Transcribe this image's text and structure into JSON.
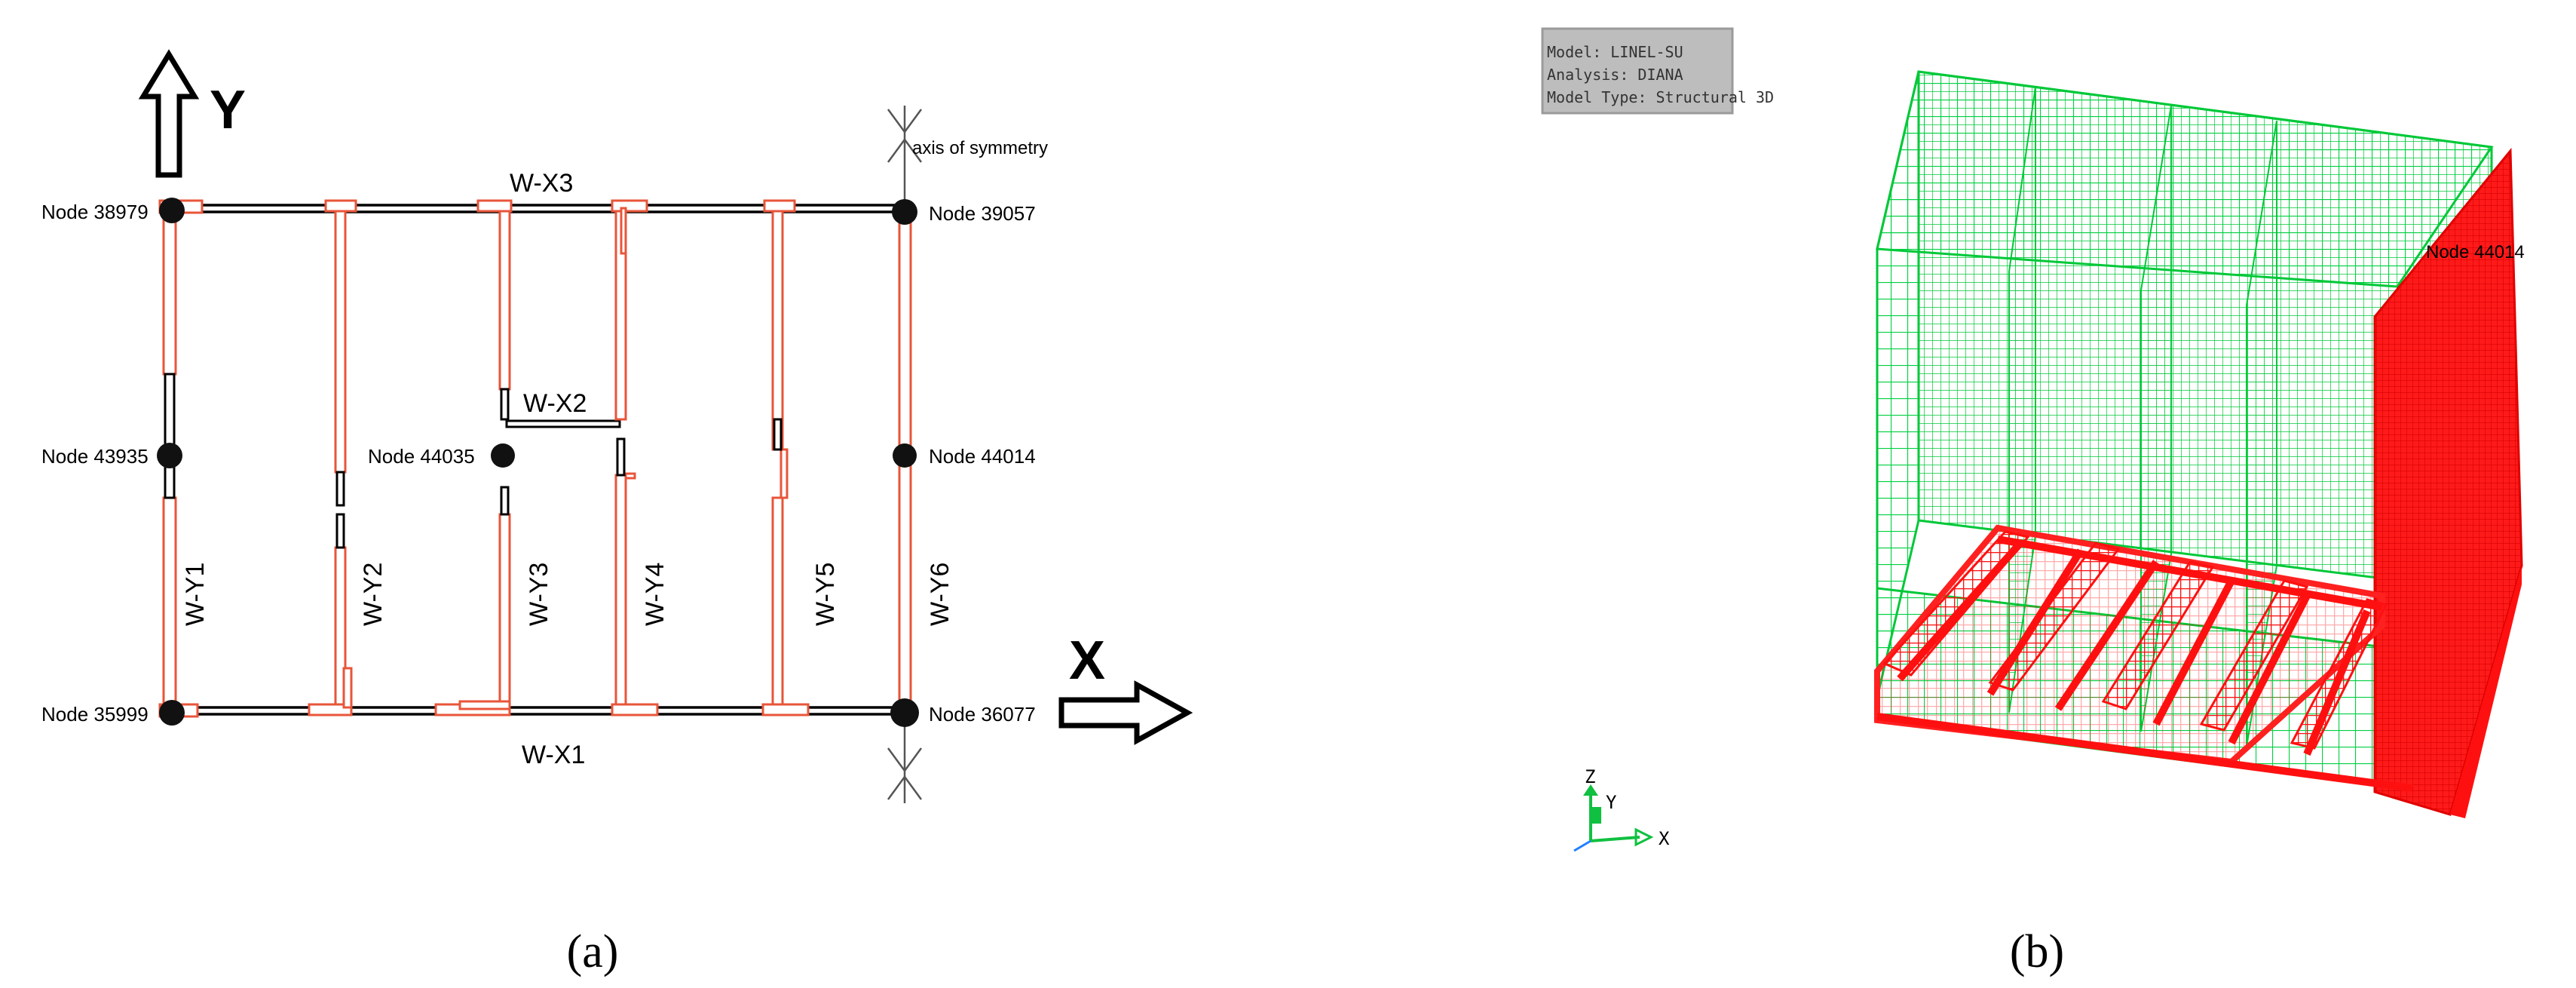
{
  "panel_a": {
    "axis_y": "Y",
    "axis_x": "X",
    "symmetry_label": "axis of symmetry",
    "nodes": {
      "n38979": "Node 38979",
      "n39057": "Node 39057",
      "n43935": "Node 43935",
      "n44035": "Node 44035",
      "n44014": "Node 44014",
      "n35999": "Node 35999",
      "n36077": "Node 36077"
    },
    "walls": {
      "x1": "W-X1",
      "x2": "W-X2",
      "x3": "W-X3",
      "y1": "W-Y1",
      "y2": "W-Y2",
      "y3": "W-Y3",
      "y4": "W-Y4",
      "y5": "W-Y5",
      "y6": "W-Y6"
    },
    "caption": "(a)"
  },
  "panel_b": {
    "info_box": {
      "line1": "Model: LINEL-SU",
      "line2": "Analysis: DIANA",
      "line3": "Model Type: Structural 3D"
    },
    "node_label": "Node 44014",
    "triad": {
      "z": "Z",
      "y": "Y",
      "x": "X"
    },
    "caption": "(b)"
  },
  "colors": {
    "wall_outline": "#e8553a",
    "mesh_green": "#00e040",
    "mesh_red": "#ff1010",
    "node_fill": "#111111",
    "info_box_bg": "#bdbdbd"
  }
}
